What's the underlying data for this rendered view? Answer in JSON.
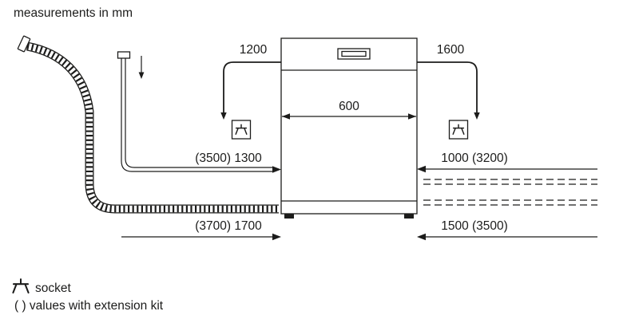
{
  "title": "measurements in mm",
  "colors": {
    "ink": "#1c1c1b",
    "background": "#ffffff"
  },
  "dimensions": {
    "power_cord_left": "1200",
    "power_cord_right": "1600",
    "appliance_width": "600",
    "supply_hose_left": "(3500) 1300",
    "supply_right": "1000 (3200)",
    "drain_hose_left": "(3700) 1700",
    "drain_right": "1500 (3500)"
  },
  "legend": {
    "socket_label": "socket",
    "extension_note": "( ) values with extension kit"
  }
}
